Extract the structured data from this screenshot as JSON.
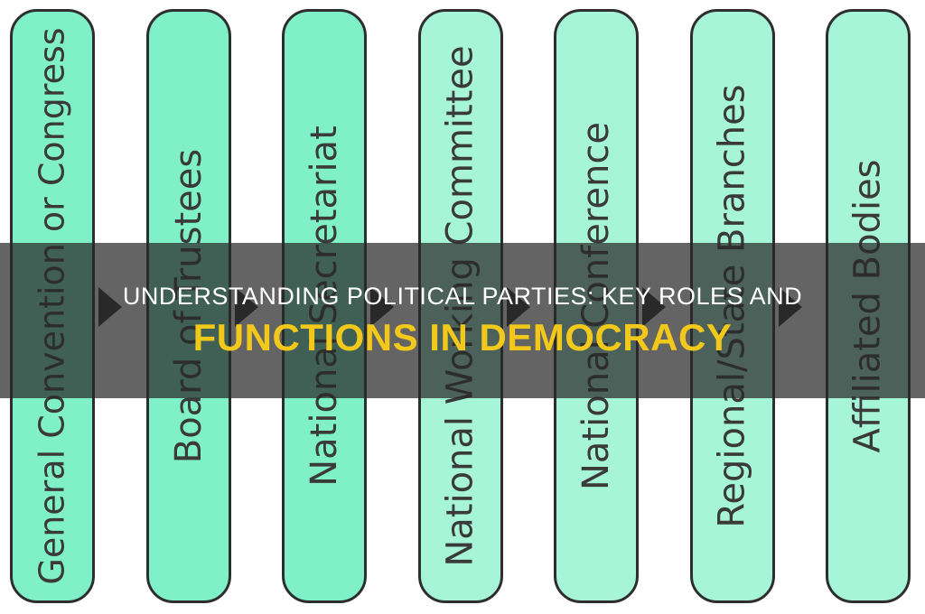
{
  "diagram": {
    "boxes": [
      {
        "label": "General Convention or Congress",
        "tone": "c1"
      },
      {
        "label": "Board of Trustees",
        "tone": "c1"
      },
      {
        "label": "National Secretariat",
        "tone": "c1"
      },
      {
        "label": "National Working Committee",
        "tone": "c2"
      },
      {
        "label": "National Conference",
        "tone": "c2"
      },
      {
        "label": "Regional/State Branches",
        "tone": "c2"
      },
      {
        "label": "Affiliated Bodies",
        "tone": "c2"
      }
    ]
  },
  "banner": {
    "line1": "UNDERSTANDING POLITICAL PARTIES: KEY ROLES AND",
    "line2": "FUNCTIONS IN DEMOCRACY"
  },
  "colors": {
    "box_primary": "#7ff0c8",
    "box_secondary": "#a7f5d9",
    "outline": "#2e2e2e",
    "title_accent": "#f2c81b"
  }
}
